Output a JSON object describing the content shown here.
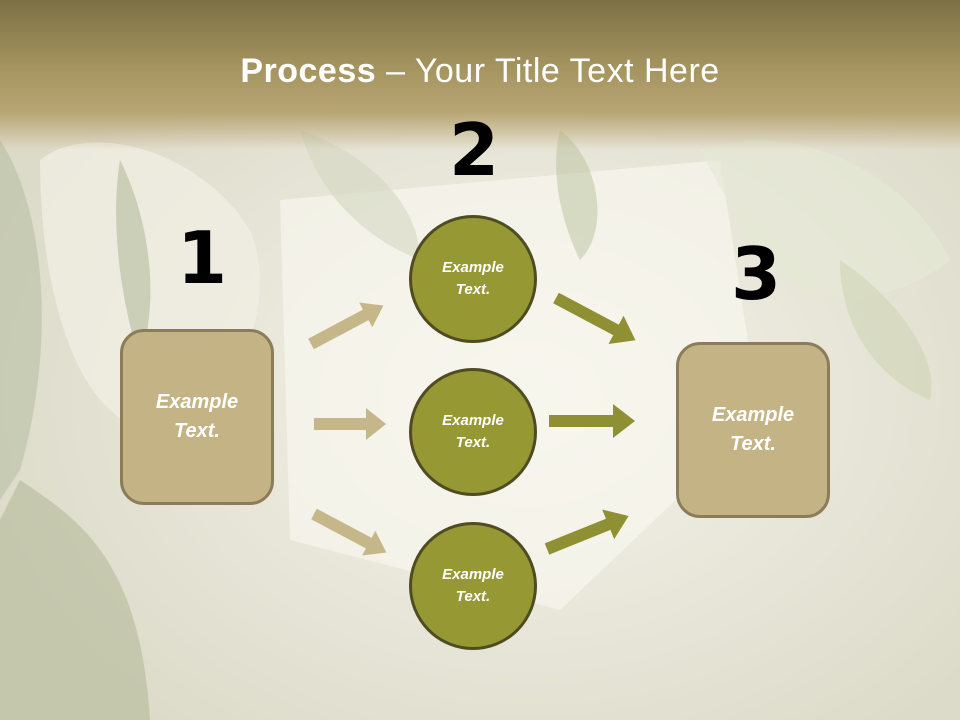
{
  "title": {
    "bold": "Process",
    "rest": " – Your Title Text Here"
  },
  "steps": {
    "n1": "1",
    "n2": "2",
    "n3": "3"
  },
  "left_box": {
    "line1": "Example",
    "line2": "Text."
  },
  "right_box": {
    "line1": "Example",
    "line2": "Text."
  },
  "circles": [
    {
      "line1": "Example",
      "line2": "Text."
    },
    {
      "line1": "Example",
      "line2": "Text."
    },
    {
      "line1": "Example",
      "line2": "Text."
    }
  ],
  "colors": {
    "header": "#a4945f",
    "box_fill": "#c4b485",
    "box_border": "#8b7d5a",
    "circle_fill": "#969833",
    "circle_border": "#4f4c22",
    "arrow_tan": "#c5b78a",
    "arrow_olive": "#8f9033"
  }
}
